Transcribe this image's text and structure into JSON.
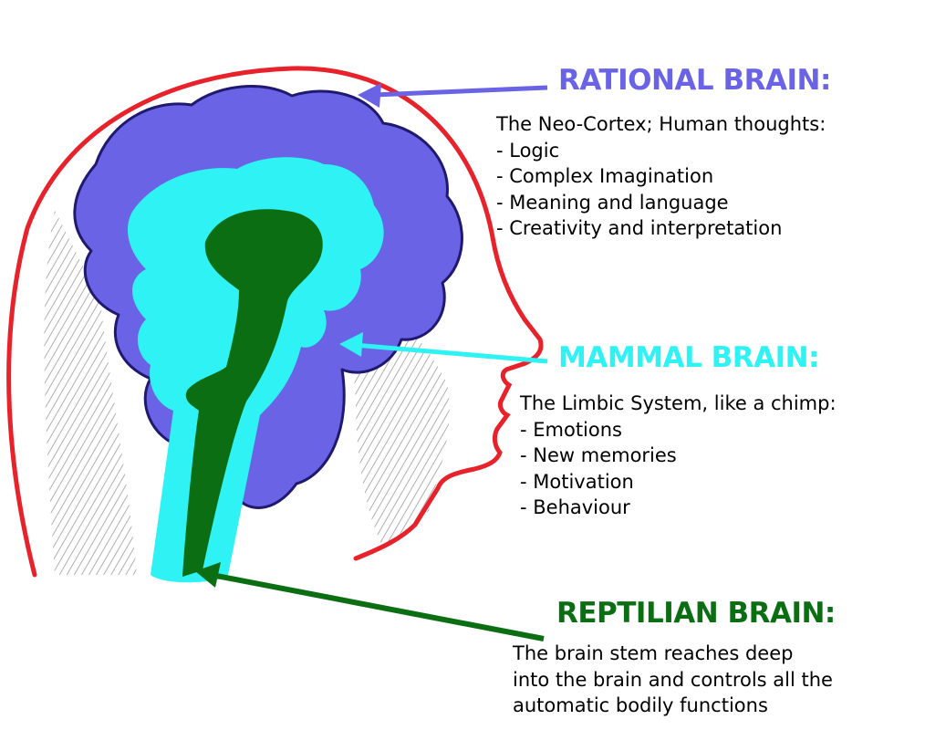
{
  "colors": {
    "head_outline": "#e8222a",
    "rational": "#6a63e6",
    "mammal": "#2ff2f4",
    "reptilian": "#0b6e12",
    "hatching": "#8a8a8a"
  },
  "rational": {
    "heading": "RATIONAL BRAIN:",
    "lines": [
      "The Neo-Cortex; Human thoughts:",
      "- Logic",
      "- Complex Imagination",
      "- Meaning and language",
      "- Creativity and interpretation"
    ]
  },
  "mammal": {
    "heading": "MAMMAL BRAIN:",
    "lines": [
      "The Limbic System, like a chimp:",
      "- Emotions",
      "- New memories",
      "- Motivation",
      "- Behaviour"
    ]
  },
  "reptilian": {
    "heading": "REPTILIAN BRAIN:",
    "lines": [
      "The brain stem reaches deep",
      "into the brain and controls all the",
      "automatic bodily functions"
    ]
  }
}
